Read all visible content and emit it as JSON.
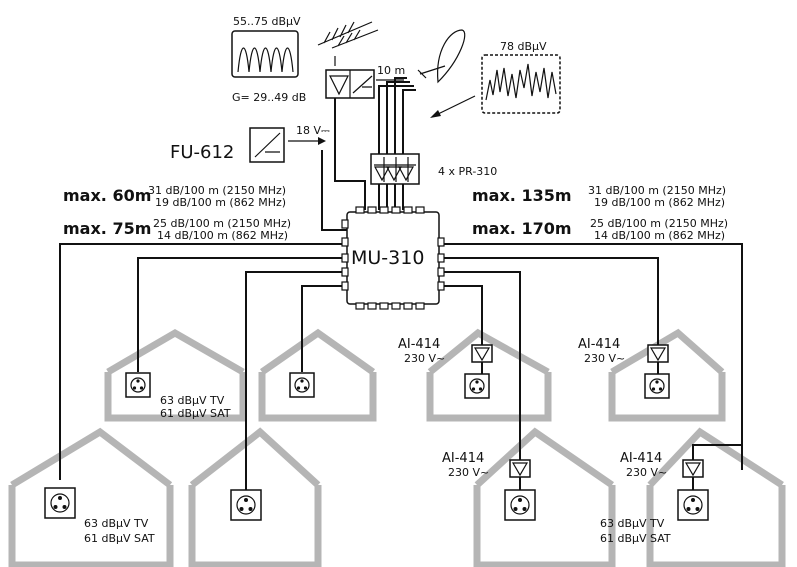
{
  "components": {
    "fu_612": "FU-612",
    "fu_612_output": "18 V⎓",
    "mu_310": "MU-310",
    "pr_310": "4 x PR-310",
    "cable_length": "10 m",
    "antenna_gain": "G= 29..49 dB"
  },
  "signals": {
    "terrestrial": "55..75 dBµV",
    "satellite": "78 dBµV"
  },
  "cable_specs": {
    "left_top_max": "max. 60m",
    "left_top_line1": "31 dB/100 m (2150 MHz)",
    "left_top_line2": "19 dB/100 m (862 MHz)",
    "left_bottom_max": "max. 75m",
    "left_bottom_line1": "25 dB/100 m (2150 MHz)",
    "left_bottom_line2": "14 dB/100 m (862 MHz)",
    "right_top_max": "max. 135m",
    "right_top_line1": "31 dB/100 m (2150 MHz)",
    "right_top_line2": "19 dB/100 m (862 MHz)",
    "right_bottom_max": "max. 170m",
    "right_bottom_line1": "25 dB/100 m (2150 MHz)",
    "right_bottom_line2": "14 dB/100 m (862 MHz)"
  },
  "amplifiers": {
    "name": "AI-414",
    "power": "230 V~"
  },
  "outlet_levels": {
    "tv": "63 dBµV TV",
    "sat": "61 dBµV SAT"
  }
}
